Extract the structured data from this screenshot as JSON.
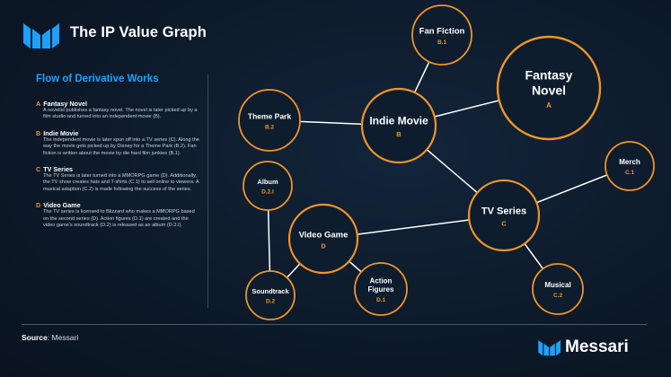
{
  "header": {
    "title": "The IP Value Graph",
    "subtitle": "Flow of Derivative Works"
  },
  "entries": [
    {
      "letter": "A",
      "title": "Fantasy Novel",
      "body": "A novelist publishes a fantasy novel. The novel is later picked up by a film studio and turned into an independent movie (B)."
    },
    {
      "letter": "B",
      "title": "Indie Movie",
      "body": "The independent movie is later spun off into a TV series (C). Along the way the movie gets picked up by Disney for a Theme Park (B.2). Fan fiction is written about the movie by die hard film junkies (B.1)."
    },
    {
      "letter": "C",
      "title": "TV Series",
      "body": "The TV Series is later turned into a MMORPG game (D). Additionally, the TV show creates hats and T-shirts (C.1) to sell online to viewers. A musical adaption (C.2) is made following the success of the series."
    },
    {
      "letter": "D",
      "title": "Video Game",
      "body": "The TV series is licensed to Blizzard who makes a MMORPG based on the second series (D). Action figures (D.1) are created and the video game's soundtrack (D.2) is released as an album (D.2.I)."
    }
  ],
  "graph": {
    "nodes": [
      {
        "id": "A",
        "lines": [
          "Fantasy",
          "Novel"
        ],
        "code": "A"
      },
      {
        "id": "B",
        "lines": [
          "Indie Movie"
        ],
        "code": "B"
      },
      {
        "id": "B1",
        "lines": [
          "Fan Fiction"
        ],
        "code": "B.1"
      },
      {
        "id": "B2",
        "lines": [
          "Theme Park"
        ],
        "code": "B.2"
      },
      {
        "id": "C",
        "lines": [
          "TV Series"
        ],
        "code": "C"
      },
      {
        "id": "C1",
        "lines": [
          "Merch"
        ],
        "code": "C.1"
      },
      {
        "id": "C2",
        "lines": [
          "Musical"
        ],
        "code": "C.2"
      },
      {
        "id": "D",
        "lines": [
          "Video Game"
        ],
        "code": "D"
      },
      {
        "id": "D1",
        "lines": [
          "Action",
          "Figures"
        ],
        "code": "D.1"
      },
      {
        "id": "D2",
        "lines": [
          "Soundtrack"
        ],
        "code": "D.2"
      },
      {
        "id": "D21",
        "lines": [
          "Album"
        ],
        "code": "D.2.I"
      }
    ],
    "edges": [
      [
        "A",
        "B"
      ],
      [
        "B",
        "B1"
      ],
      [
        "B",
        "B2"
      ],
      [
        "B",
        "C"
      ],
      [
        "C",
        "C1"
      ],
      [
        "C",
        "C2"
      ],
      [
        "C",
        "D"
      ],
      [
        "D",
        "D1"
      ],
      [
        "D",
        "D2"
      ],
      [
        "D2",
        "D21"
      ]
    ]
  },
  "footer": {
    "source_label": "Source",
    "source_value": ": Messari",
    "brand": "Messari"
  },
  "colors": {
    "accent": "#f0942a",
    "blue": "#1da1ff",
    "background": "#0d1a2a"
  }
}
